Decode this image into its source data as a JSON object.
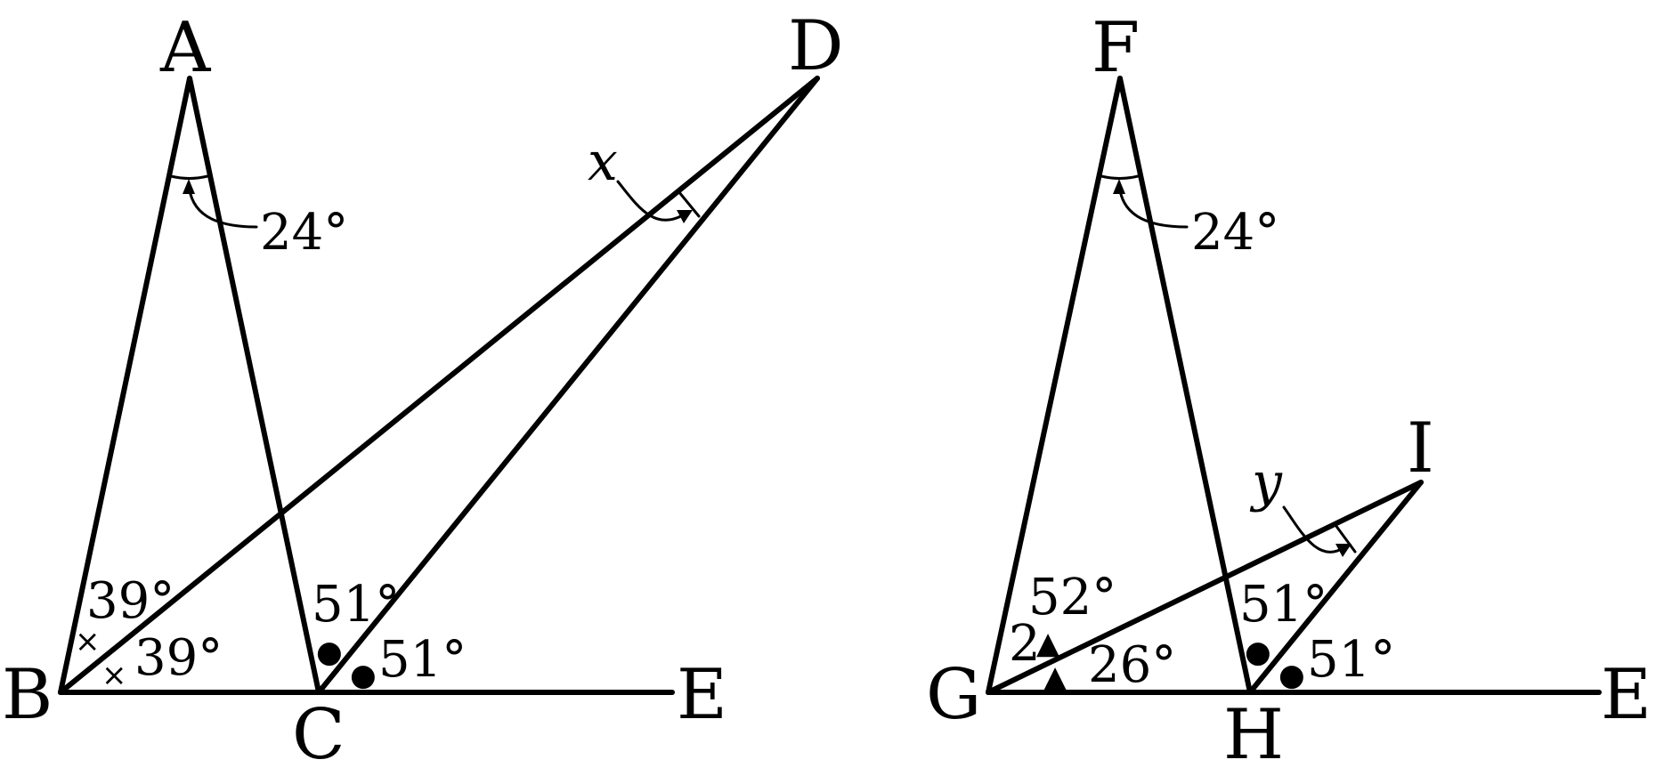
{
  "left_figure": {
    "points": {
      "A": "A",
      "B": "B",
      "C": "C",
      "D": "D",
      "E": "E"
    },
    "angles": {
      "apex": "24°",
      "b_upper": "39°",
      "b_lower": "39°",
      "c_left": "51°",
      "c_right": "51°"
    },
    "unknown": "x"
  },
  "right_figure": {
    "points": {
      "F": "F",
      "G": "G",
      "H": "H",
      "I": "I",
      "E": "E"
    },
    "angles": {
      "apex": "24°",
      "g_upper": "52°",
      "g_marker_number": "2",
      "g_lower": "26°",
      "h_left": "51°",
      "h_right": "51°"
    },
    "unknown": "y"
  },
  "markers": {
    "cross": "×",
    "dot": "●",
    "triangle": "▲"
  }
}
